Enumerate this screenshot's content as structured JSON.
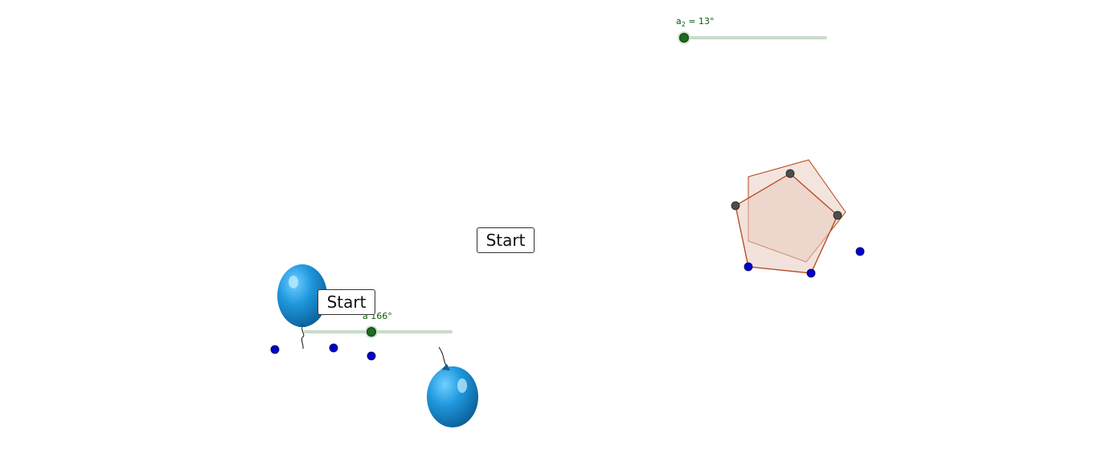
{
  "buttons": {
    "start_upper": "Start",
    "start_lower": "Start"
  },
  "sliders": {
    "a2": {
      "name": "a",
      "sub": "2",
      "value_text": " = 13°",
      "value_deg": 13
    },
    "a": {
      "prefix": "a",
      "value_text": " 166°",
      "value_deg": 166
    }
  },
  "colors": {
    "slider_track": "#c9dcc9",
    "slider_knob": "#1f6b1f",
    "point_blue": "#0000cc",
    "point_gray": "#4d4d4d",
    "polygon_stroke": "#b5451b",
    "polygon_fill": "#e8cbbd",
    "balloon": "#1a8fd6"
  }
}
